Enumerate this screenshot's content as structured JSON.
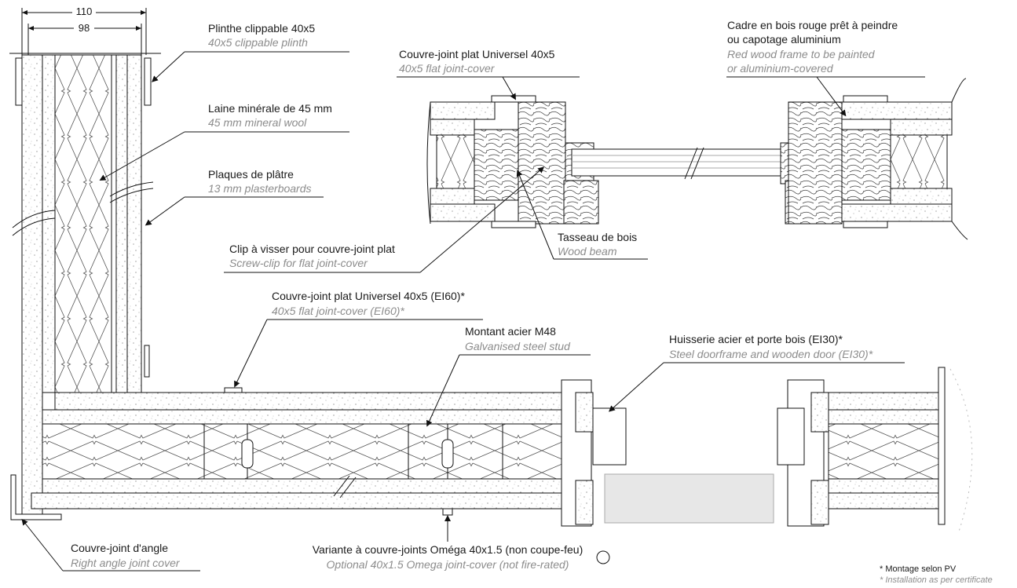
{
  "dimensions": {
    "outer": "110",
    "inner": "98"
  },
  "labels": {
    "plinth": {
      "fr": "Plinthe clippable 40x5",
      "en": "40x5 clippable plinth"
    },
    "wool": {
      "fr": "Laine minérale de 45 mm",
      "en": "45 mm mineral wool"
    },
    "plaster": {
      "fr": "Plaques de plâtre",
      "en": "13 mm plasterboards"
    },
    "screwclip": {
      "fr": "Clip à visser pour couvre-joint plat",
      "en": "Screw-clip for flat joint-cover"
    },
    "jointcover": {
      "fr": "Couvre-joint plat Universel 40x5",
      "en": "40x5 flat joint-cover"
    },
    "woodframe": {
      "fr": "Cadre en bois rouge prêt à peindre",
      "fr2": "ou capotage aluminium",
      "en": "Red wood frame to be painted",
      "en2": "or aluminium-covered"
    },
    "woodbeam": {
      "fr": "Tasseau de bois",
      "en": "Wood beam"
    },
    "jointcover_ei60": {
      "fr": "Couvre-joint plat Universel 40x5 (EI60)*",
      "en": "40x5 flat joint-cover (EI60)*"
    },
    "stud": {
      "fr": "Montant acier M48",
      "en": "Galvanised steel stud"
    },
    "doorframe": {
      "fr": "Huisserie acier et porte bois (EI30)*",
      "en": "Steel doorframe and wooden door (EI30)*"
    },
    "anglecover": {
      "fr": "Couvre-joint d'angle",
      "en": "Right angle joint cover"
    },
    "omega": {
      "fr": "Variante à couvre-joints Oméga 40x1.5 (non coupe-feu)",
      "en": "Optional 40x1.5 Omega joint-cover (not fire-rated)"
    }
  },
  "footnote": {
    "fr": "* Montage selon PV",
    "en": "* Installation as per certificate"
  }
}
